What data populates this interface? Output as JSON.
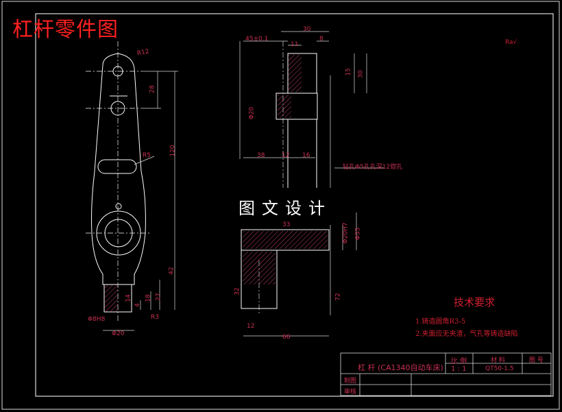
{
  "title_overlay": "杠杆零件图",
  "banner": "图文设计",
  "roughness_note": "Ra√",
  "dimensions": {
    "r12": "R12",
    "d28": "28",
    "d120": "120",
    "r5": "R5",
    "d42": "42",
    "d18": "18",
    "d27": "27",
    "d4": "4",
    "d14": "14",
    "r3": "R3",
    "phi8h8": "Φ8H8",
    "phi20": "Φ20",
    "d30": "30",
    "d45": "45±0.1",
    "d11": "11",
    "d8": "8",
    "d15": "15",
    "d30b": "30",
    "d38": "38",
    "d12": "12",
    "d16": "16",
    "d33": "33",
    "d66": "66",
    "phi20b": "Φ20",
    "note_hole": "钻孔Φ5孔孔深12锪孔",
    "phi20h7": "Φ20H7",
    "phi35": "Φ35",
    "d12b": "12",
    "d72": "72",
    "d32": "32"
  },
  "requirements": {
    "title": "技术要求",
    "items": [
      "1.铸造圆角R3-5",
      "2.夹面应无夹渣，气孔等铸造缺陷"
    ]
  },
  "title_block": {
    "part_name": "杠 杆 (CA1340自动车床)",
    "scale_label": "比 例",
    "scale_value": "1 : 1",
    "material_label": "材 料",
    "material_value": "QT50-1.5",
    "drawing_no_label": "图 号",
    "drawn_label": "制图",
    "checked_label": "审核"
  }
}
